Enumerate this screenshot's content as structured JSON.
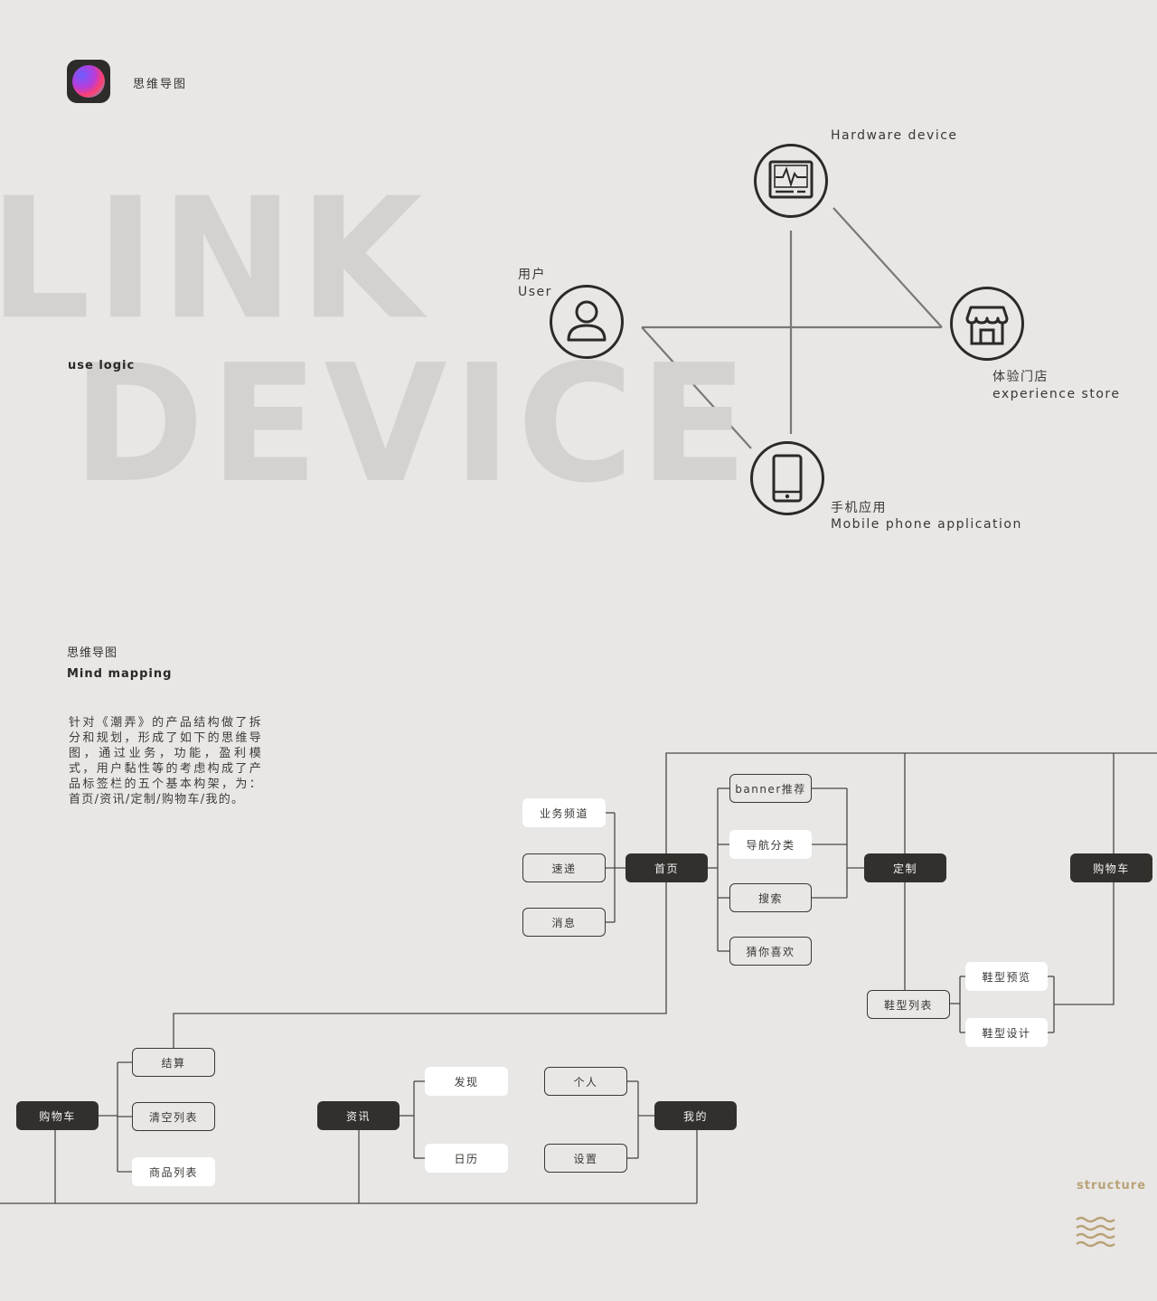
{
  "app": {
    "title": "思维导图",
    "icon": "gradient-orb-app-icon"
  },
  "hero": {
    "word_link": "LINK",
    "word_device": "DEVICE",
    "use_logic": "use  logic"
  },
  "device_graph": {
    "hardware": {
      "label": "Hardware device",
      "icon": "monitor-pulse-icon"
    },
    "user": {
      "label_cn": "用户",
      "label_en": "User",
      "icon": "user-icon"
    },
    "store": {
      "label_cn": "体验门店",
      "label_en": "experience store",
      "icon": "storefront-icon"
    },
    "mobile": {
      "label_cn": "手机应用",
      "label_en": "Mobile phone application",
      "icon": "smartphone-icon"
    }
  },
  "mind_map": {
    "title_cn": "思维导图",
    "title_en": "Mind mapping",
    "description": "针对《潮弄》的产品结构做了拆分和规划，形成了如下的思维导图，通过业务，功能，盈利模式，用户黏性等的考虑构成了产品标签栏的五个基本构架，为：首页/资讯/定制/购物车/我的。"
  },
  "nodes": {
    "home": "首页",
    "channel": "业务频道",
    "express": "速递",
    "message": "消息",
    "banner": "banner推荐",
    "nav": "导航分类",
    "search": "搜索",
    "guess": "猜你喜欢",
    "custom": "定制",
    "shoe_list": "鞋型列表",
    "shoe_preview": "鞋型预览",
    "shoe_design": "鞋型设计",
    "cart_right": "购物车",
    "cart": "购物车",
    "checkout": "结算",
    "clear": "清空列表",
    "goods": "商品列表",
    "news": "资讯",
    "discover": "发现",
    "calendar": "日历",
    "personal": "个人",
    "settings": "设置",
    "mine": "我的"
  },
  "footer": {
    "structure": "structure",
    "waves_icon": "wave-lines-icon"
  },
  "colors": {
    "background": "#e8e7e5",
    "dark_node": "#32302c",
    "line": "#3a3835",
    "accent_gold": "#b8a276",
    "watermark": "#d3d2d0"
  }
}
